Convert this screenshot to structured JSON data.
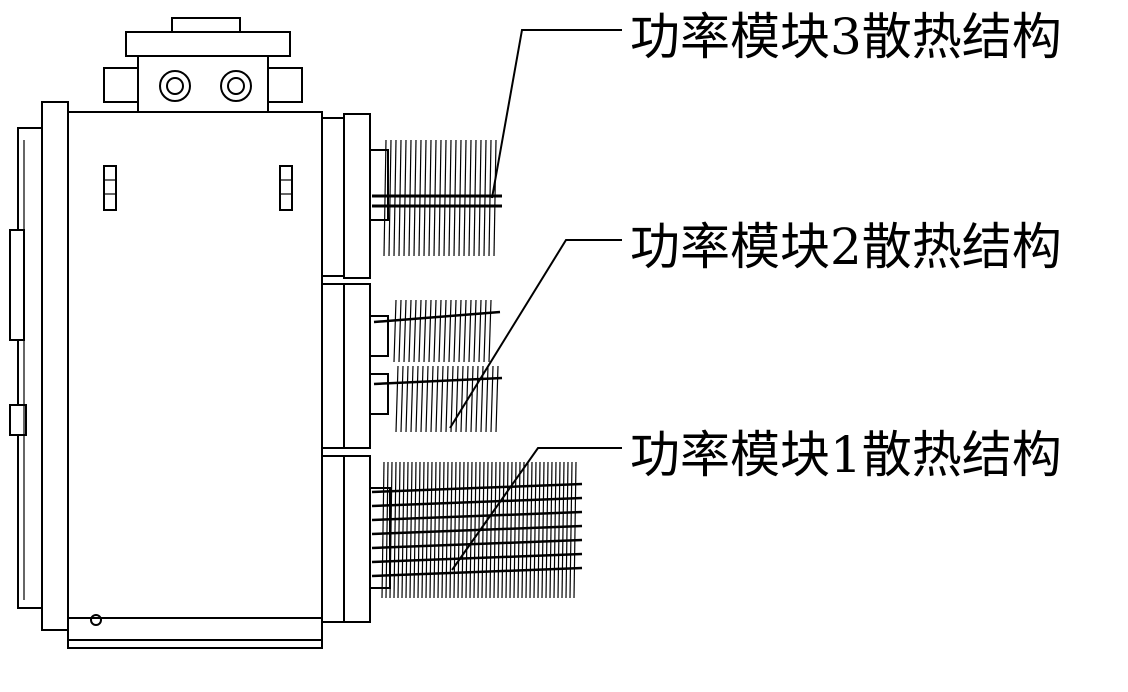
{
  "labels": {
    "module3": "功率模块3散热结构",
    "module2": "功率模块2散热结构",
    "module1": "功率模块1散热结构"
  },
  "colors": {
    "line": "#000000",
    "background": "#ffffff"
  }
}
